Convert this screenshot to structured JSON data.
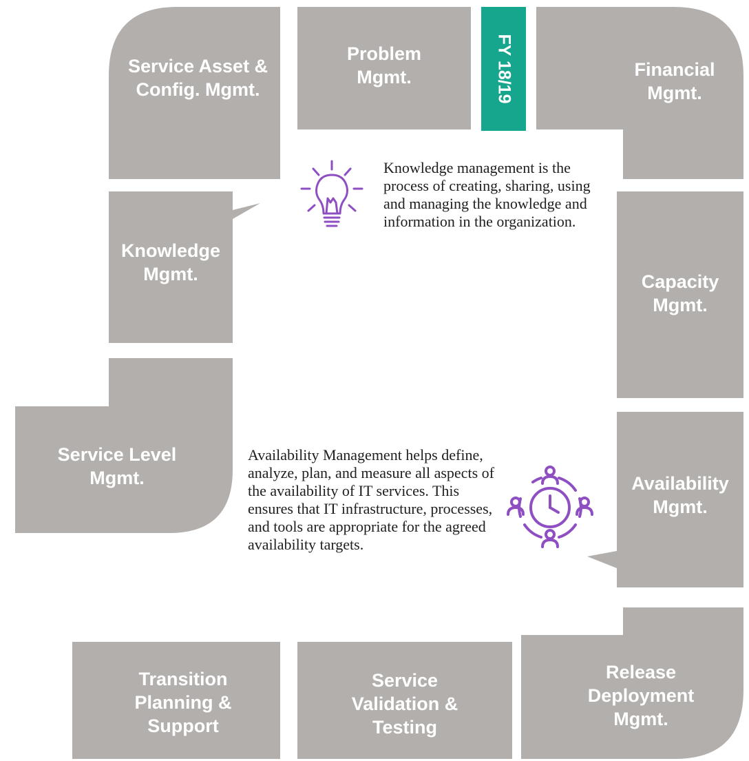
{
  "fiscal_year": "FY 18/19",
  "colors": {
    "box": "#b3afad",
    "fy_badge": "#16a68e",
    "icon": "#8e4fc2",
    "text": "#1e1e1e"
  },
  "processes": {
    "service_asset": "Service Asset &\nConfig. Mgmt.",
    "problem": "Problem\nMgmt.",
    "financial": "Financial\nMgmt.",
    "knowledge": "Knowledge\nMgmt.",
    "capacity": "Capacity\nMgmt.",
    "service_level": "Service Level\nMgmt.",
    "availability": "Availability\nMgmt.",
    "transition": "Transition\nPlanning &\nSupport",
    "validation": "Service\nValidation &\nTesting",
    "release": "Release\nDeployment\nMgmt."
  },
  "descriptions": {
    "knowledge": "Knowledge management is the process of creating, sharing, using and managing the knowledge and information in the organization.",
    "availability": "Availability Management helps define, analyze, plan, and measure all aspects of the availability of IT services. This ensures that IT infrastructure, processes, and tools are appropriate for the agreed availability targets."
  },
  "icons": {
    "knowledge": "lightbulb-icon",
    "availability": "team-clock-icon"
  }
}
